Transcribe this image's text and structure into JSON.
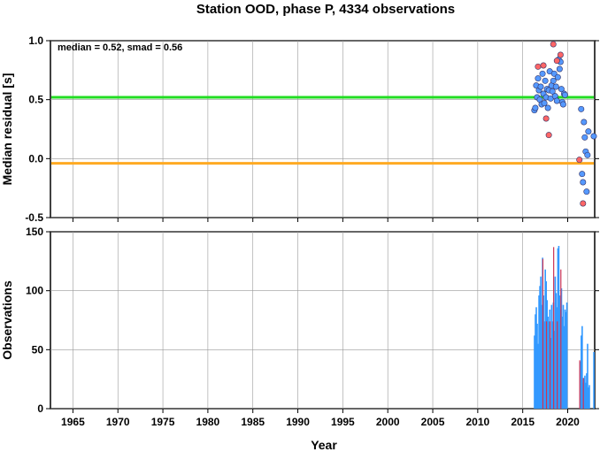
{
  "title": "Station OOD, phase P, 4334 observations",
  "colors": {
    "median_line": "#22dd22",
    "secondary_line": "#ffaa22",
    "dot_blue": "#5599ff",
    "dot_red": "#ff6666",
    "bar_blue": "#3399ff",
    "bar_red": "#cc3355",
    "grid": "#999999"
  },
  "chart_data": [
    {
      "type": "scatter",
      "title": "Station OOD, phase P, 4334 observations",
      "xlabel": "",
      "ylabel": "Median residual [s]",
      "xlim": [
        1962.5,
        2023
      ],
      "ylim": [
        -0.5,
        1.0
      ],
      "yticks": [
        {
          "v": 1.0,
          "label": "1.0"
        },
        {
          "v": 0.5,
          "label": "0.5"
        },
        {
          "v": 0.0,
          "label": "0.0"
        },
        {
          "v": -0.5,
          "label": "-0.5"
        }
      ],
      "grid": true,
      "annotation": "median = 0.52, smad = 0.56",
      "hlines": [
        {
          "y": 0.52,
          "color": "#22dd22"
        },
        {
          "y": -0.04,
          "color": "#ffaa22"
        }
      ],
      "series": [
        {
          "color": "#5599ff",
          "x": [
            2016.3,
            2016.4,
            2016.5,
            2016.6,
            2016.7,
            2016.8,
            2016.9,
            2017.0,
            2017.1,
            2017.2,
            2017.3,
            2017.4,
            2017.5,
            2017.6,
            2017.7,
            2017.8,
            2017.9,
            2018.0,
            2018.1,
            2018.2,
            2018.3,
            2018.4,
            2018.5,
            2018.6,
            2018.7,
            2018.8,
            2018.9,
            2019.0,
            2019.1,
            2019.2,
            2019.3,
            2019.4,
            2019.5,
            2019.6,
            2019.7,
            2021.5,
            2021.6,
            2021.7,
            2021.8,
            2021.9,
            2022.0,
            2022.1,
            2022.2,
            2022.3,
            2022.9
          ],
          "y": [
            0.41,
            0.43,
            0.62,
            0.52,
            0.68,
            0.58,
            0.5,
            0.61,
            0.46,
            0.72,
            0.55,
            0.47,
            0.66,
            0.52,
            0.59,
            0.43,
            0.58,
            0.74,
            0.51,
            0.62,
            0.57,
            0.66,
            0.72,
            0.53,
            0.61,
            0.49,
            0.69,
            0.84,
            0.76,
            0.82,
            0.59,
            0.48,
            0.46,
            0.55,
            0.54,
            0.42,
            -0.13,
            -0.2,
            0.31,
            0.18,
            0.06,
            -0.28,
            0.03,
            0.23,
            0.19
          ]
        },
        {
          "color": "#ff6666",
          "x": [
            2016.7,
            2017.3,
            2017.6,
            2017.9,
            2018.4,
            2018.8,
            2019.2,
            2021.3,
            2021.7
          ],
          "y": [
            0.78,
            0.79,
            0.34,
            0.2,
            0.97,
            0.83,
            0.88,
            -0.01,
            -0.38
          ]
        }
      ]
    },
    {
      "type": "bar",
      "xlabel": "Year",
      "ylabel": "Observations",
      "xlim": [
        1962.5,
        2023
      ],
      "ylim": [
        0,
        150
      ],
      "xticks": [
        1965,
        1970,
        1975,
        1980,
        1985,
        1990,
        1995,
        2000,
        2005,
        2010,
        2015,
        2020
      ],
      "yticks": [
        {
          "v": 150,
          "label": "150"
        },
        {
          "v": 100,
          "label": "100"
        },
        {
          "v": 50,
          "label": "50"
        },
        {
          "v": 0,
          "label": "0"
        }
      ],
      "grid": true,
      "series": [
        {
          "color": "#3399ff",
          "x": [
            2016.3,
            2016.4,
            2016.5,
            2016.6,
            2016.7,
            2016.8,
            2016.9,
            2017.0,
            2017.1,
            2017.2,
            2017.3,
            2017.4,
            2017.5,
            2017.6,
            2017.7,
            2017.8,
            2017.9,
            2018.0,
            2018.1,
            2018.2,
            2018.3,
            2018.4,
            2018.5,
            2018.6,
            2018.7,
            2018.8,
            2018.9,
            2019.0,
            2019.1,
            2019.2,
            2019.3,
            2019.4,
            2019.5,
            2019.6,
            2019.7,
            2019.8,
            2019.9,
            2021.4,
            2021.5,
            2021.6,
            2021.7,
            2021.8,
            2021.9,
            2022.0,
            2022.1,
            2022.2,
            2022.3,
            2022.4,
            2022.9
          ],
          "values": [
            62,
            80,
            86,
            72,
            55,
            96,
            104,
            112,
            88,
            128,
            96,
            74,
            118,
            108,
            92,
            78,
            74,
            84,
            60,
            88,
            74,
            90,
            66,
            112,
            98,
            86,
            136,
            138,
            96,
            84,
            102,
            78,
            88,
            70,
            84,
            82,
            90,
            40,
            62,
            70,
            22,
            26,
            28,
            22,
            30,
            55,
            18,
            20,
            48
          ]
        },
        {
          "color": "#cc3355",
          "x": [
            2017.25,
            2017.65,
            2018.05,
            2018.45,
            2018.85,
            2019.25,
            2021.35,
            2021.75
          ],
          "values": [
            127,
            74,
            74,
            137,
            74,
            118,
            41,
            26
          ]
        }
      ]
    }
  ]
}
